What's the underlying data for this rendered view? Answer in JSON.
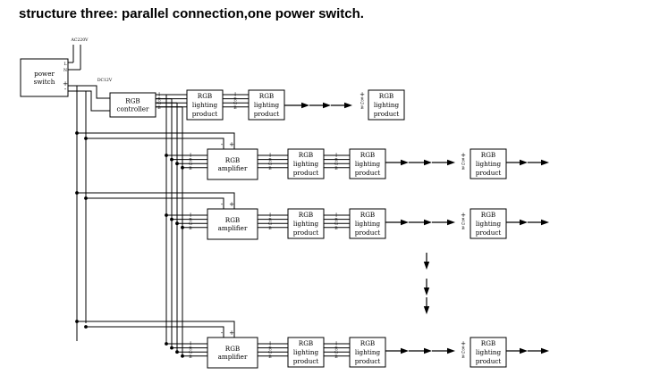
{
  "title": "structure three: parallel connection,one power switch.",
  "power_switch": {
    "line1": "power",
    "line2": "switch"
  },
  "voltages": {
    "ac_input": "AC220V",
    "dc_output": "DC12V"
  },
  "controller": {
    "line1": "RGB",
    "line2": "controller"
  },
  "amplifier": {
    "line1": "RGB",
    "line2": "amplifier"
  },
  "lighting_product": {
    "line1": "RGB",
    "line2": "lighting",
    "line3": "product"
  },
  "terminal_marks": {
    "plus": "+",
    "minus": "-",
    "r": "R",
    "g": "G",
    "b": "B",
    "l": "L",
    "n": "N"
  },
  "colors": {
    "line": "#000000",
    "background": "#ffffff"
  }
}
